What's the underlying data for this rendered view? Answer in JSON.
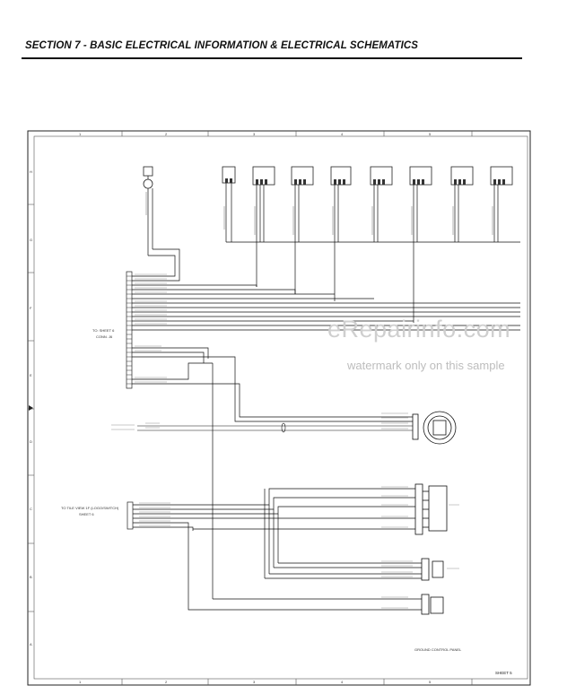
{
  "header": {
    "title": "SECTION 7 - BASIC ELECTRICAL INFORMATION & ELECTRICAL SCHEMATICS"
  },
  "grid": {
    "columns": [
      "1",
      "2",
      "3",
      "4",
      "5"
    ],
    "rows": [
      "H",
      "G",
      "F",
      "E",
      "D",
      "C",
      "B",
      "A"
    ]
  },
  "labels": {
    "to_sheet": "TO: SHEET 6",
    "conn": "CONN. J6",
    "to_sheet_lower": "TO TILE VIEW 1F (LOGO/SWITCH)",
    "sheet_ref": "SHEET 6",
    "bottom_note": "GROUND CONTROL PANEL",
    "sheet_number": "SHEET 5"
  },
  "watermark": {
    "brand": "eRepairinfo.com",
    "note": "watermark only on this sample"
  }
}
